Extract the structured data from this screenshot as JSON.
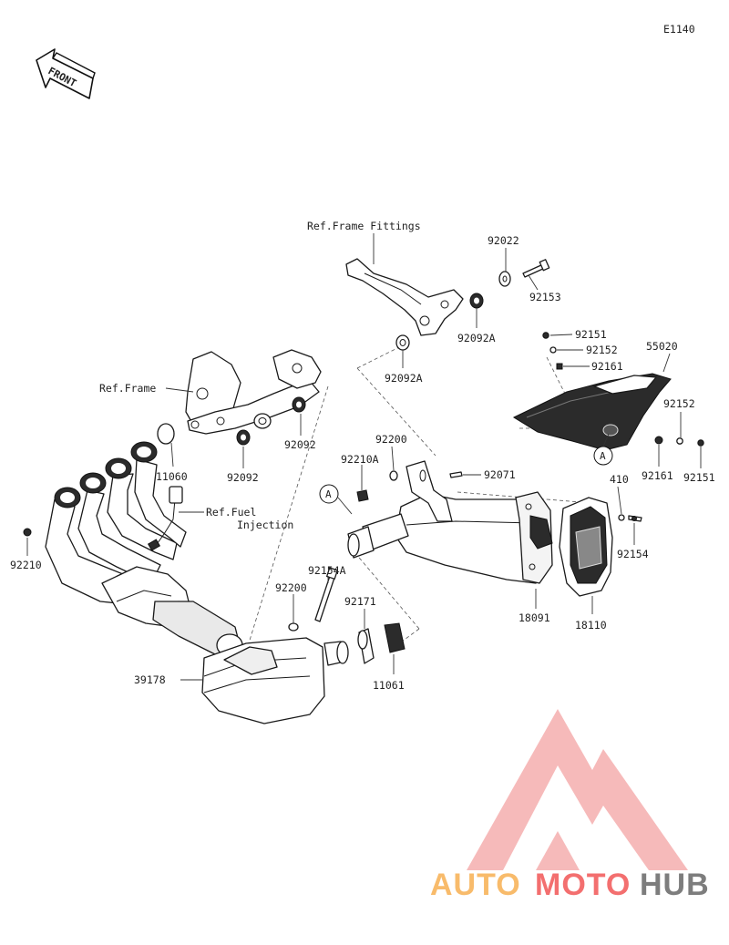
{
  "diagram_code": "E1140",
  "front_label": "FRONT",
  "ref_labels": {
    "frame_fittings": "Ref.Frame Fittings",
    "frame": "Ref.Frame",
    "fuel_line1": "Ref.Fuel",
    "fuel_line2": "Injection"
  },
  "callouts": {
    "a_left": "A",
    "a_right": "A"
  },
  "parts": {
    "p92022": "92022",
    "p92153": "92153",
    "p92092A_top": "92092A",
    "p92092A_mid": "92092A",
    "p92151_top": "92151",
    "p92152_top": "92152",
    "p92161_top": "92161",
    "p55020": "55020",
    "p92152_right": "92152",
    "p92161_right": "92161",
    "p92151_right": "92151",
    "p11060": "11060",
    "p92092_left": "92092",
    "p92092_right": "92092",
    "p92200_top": "92200",
    "p92210A": "92210A",
    "p92071": "92071",
    "p410": "410",
    "p92154": "92154",
    "p92210": "92210",
    "p92154A": "92154A",
    "p92200_low": "92200",
    "p92171": "92171",
    "p18091": "18091",
    "p18110": "18110",
    "p39178": "39178",
    "p11061": "11061"
  },
  "watermark": {
    "part1": "AUTO",
    "part2": "MOTO",
    "part3": "HUB",
    "color_red": "#f05a5a",
    "color_orange": "#f6a94a",
    "color_gray": "#6f6f6f"
  }
}
